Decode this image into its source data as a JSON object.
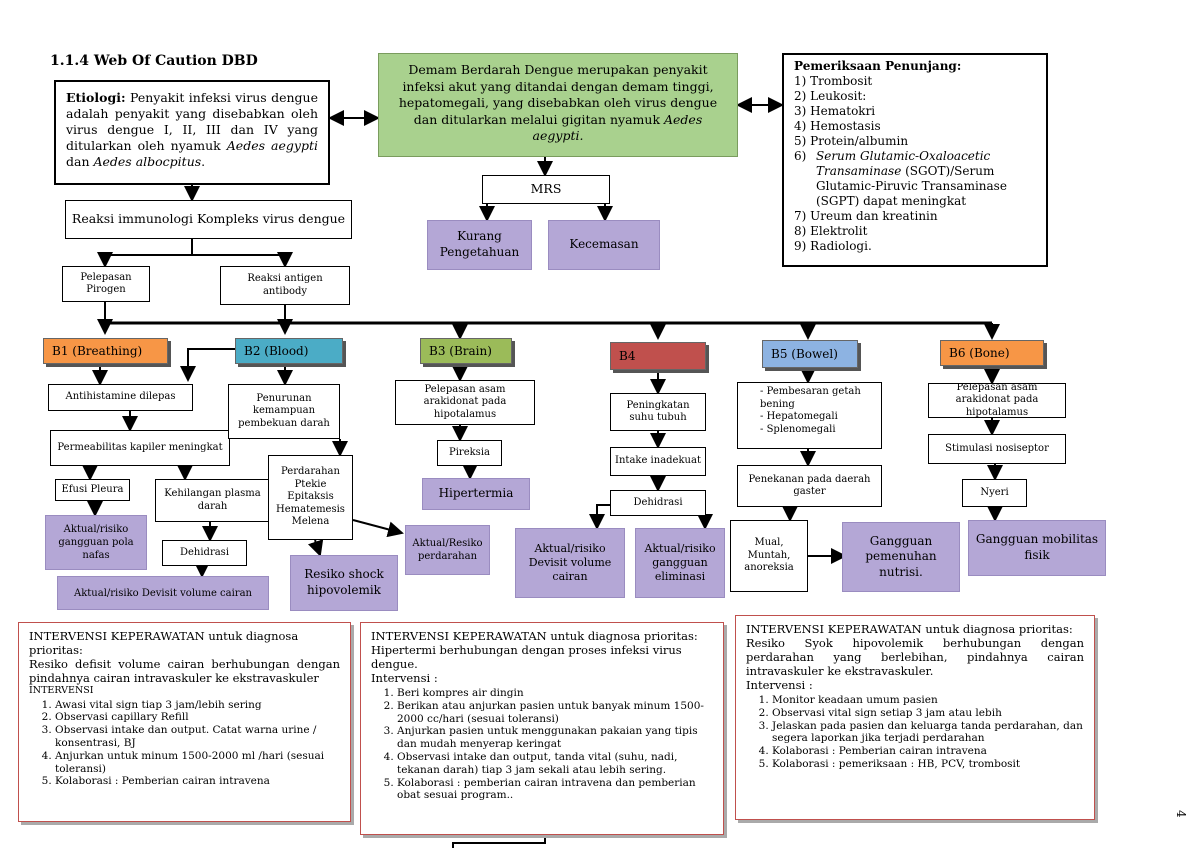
{
  "section_title": "1.1.4   Web Of Caution DBD",
  "etiologi": {
    "label": "Etiologi:",
    "text_1": " Penyakit infeksi virus dengue adalah penyakit yang disebabkan oleh virus dengue I, II, III dan IV yang ditularkan oleh nyamuk ",
    "italic_1": "Aedes aegypti",
    "text_2": " dan ",
    "italic_2": "Aedes albocpitus",
    "text_3": "."
  },
  "definition": {
    "text": "Demam Berdarah Dengue merupakan penyakit infeksi akut yang ditandai dengan demam tinggi, hepatomegali, yang disebabkan oleh virus dengue dan ditularkan melalui gigitan nyamuk ",
    "italic": "Aedes aegypti."
  },
  "penunjang": {
    "title": "Pemeriksaan Penunjang:",
    "items": [
      {
        "num": "1)",
        "text": "Trombosit"
      },
      {
        "num": "2)",
        "text": "Leukosit:"
      },
      {
        "num": "3)",
        "text": "Hematokri"
      },
      {
        "num": "4)",
        "text": "Hemostasis"
      },
      {
        "num": "5)",
        "text": "Protein/albumin"
      },
      {
        "num": "6)",
        "text": "(SGOT)/Serum Glutamic-Piruvic Transaminase (SGPT) dapat meningkat",
        "italic": "Serum Glutamic-Oxaloacetic Transaminase"
      },
      {
        "num": "7)",
        "text": "Ureum dan kreatinin"
      },
      {
        "num": "8)",
        "text": "Elektrolit"
      },
      {
        "num": "9)",
        "text": "Radiologi."
      }
    ]
  },
  "nodes": {
    "reaksi_imun": "Reaksi immunologi Kompleks virus dengue",
    "mrs": "MRS",
    "kurang": "Kurang Pengetahuan",
    "kecemasan": "Kecemasan",
    "pelepasan_pirogen": "Pelepasan Pirogen",
    "reaksi_antigen": "Reaksi antigen antibody",
    "b1": "B1 (Breathing)",
    "b2": "B2 (Blood)",
    "b3": "B3 (Brain)",
    "b4": "B4",
    "b5": "B5 (Bowel)",
    "b6": "B6 (Bone)",
    "antihistamine": "Antihistamine dilepas",
    "permeabilitas": "Permeabilitas kapiler meningkat",
    "efusi": "Efusi Pleura",
    "kehilangan": "Kehilangan plasma darah",
    "dehidrasi1": "Dehidrasi",
    "gangguan_pola": "Aktual/risiko gangguan pola nafas",
    "devisit1": "Aktual/risiko Devisit volume cairan",
    "penurunan": "Penurunan kemampuan pembekuan darah",
    "perdarahan_list": "Perdarahan Ptekie Epitaksis Hematemesis Melena",
    "aktual_perdarahan": "Aktual/Resiko perdarahan",
    "resiko_shock": "Resiko shock hipovolemik",
    "arakidonat1": "Pelepasan asam arakidonat pada hipotalamus",
    "pireksia": "Pireksia",
    "hipertermia": "Hipertermia",
    "peningkatan_suhu": "Peningkatan suhu tubuh",
    "intake": "Intake inadekuat",
    "dehidrasi2": "Dehidrasi",
    "devisit2": "Aktual/risiko Devisit volume cairan",
    "eliminasi": "Aktual/risiko gangguan eliminasi",
    "bowel_items": [
      "Pembesaran getah bening",
      "Hepatomegali",
      "Splenomegali"
    ],
    "penekanan": "Penekanan pada daerah gaster",
    "mual": "Mual, Muntah, anoreksia",
    "nutrisi": "Gangguan pemenuhan nutrisi.",
    "arakidonat2": "Pelepasan asam arakidonat pada hipotalamus",
    "stimulasi": "Stimulasi nosiseptor",
    "nyeri": "Nyeri",
    "mobilitas": "Gangguan mobilitas fisik"
  },
  "intervensi": [
    {
      "head": "INTERVENSI KEPERAWATAN untuk diagnosa prioritas:",
      "diagnosis": "Resiko defisit volume cairan berhubungan dengan pindahnya cairan intravaskuler ke ekstravaskuler",
      "sub": "INTERVENSI",
      "items": [
        "Awasi vital sign tiap 3 jam/lebih sering",
        "Observasi capillary Refill",
        "Observasi intake dan output. Catat warna urine / konsentrasi, BJ",
        "Anjurkan untuk minum 1500-2000 ml /hari (sesuai toleransi)",
        "Kolaborasi : Pemberian cairan intravena"
      ]
    },
    {
      "head": "INTERVENSI KEPERAWATAN untuk diagnosa prioritas:",
      "diagnosis": "Hipertermi berhubungan dengan proses infeksi virus dengue.",
      "sub": "Intervensi :",
      "items": [
        "Beri kompres air dingin",
        "Berikan atau anjurkan pasien untuk banyak minum 1500-2000 cc/hari (sesuai toleransi)",
        "Anjurkan pasien untuk menggunakan pakaian yang tipis dan mudah menyerap keringat",
        "Observasi intake dan output, tanda vital (suhu, nadi, tekanan darah) tiap 3 jam sekali atau lebih sering.",
        "Kolaborasi : pemberian cairan intravena dan pemberian obat sesuai program.."
      ]
    },
    {
      "head": "INTERVENSI KEPERAWATAN untuk diagnosa prioritas:",
      "diagnosis": "Resiko Syok hipovolemik berhubungan dengan perdarahan yang berlebihan, pindahnya cairan intravaskuler ke ekstravaskuler.",
      "sub": "Intervensi :",
      "items": [
        "Monitor keadaan umum pasien",
        "Observasi vital sign setiap 3 jam atau lebih",
        "Jelaskan pada pasien dan keluarga tanda perdarahan, dan segera laporkan jika terjadi perdarahan",
        "Kolaborasi : Pemberian cairan intravena",
        "Kolaborasi : pemeriksaan : HB, PCV, trombosit"
      ]
    }
  ],
  "page_number": "4",
  "colors": {
    "purple": "#b4a7d6",
    "green": "#a9d18e",
    "orange": "#f79646",
    "blue": "#8db3e2",
    "b3_green": "#c3d69b",
    "b4_red": "#c0504d",
    "intervensi_border": "#c0504d"
  }
}
